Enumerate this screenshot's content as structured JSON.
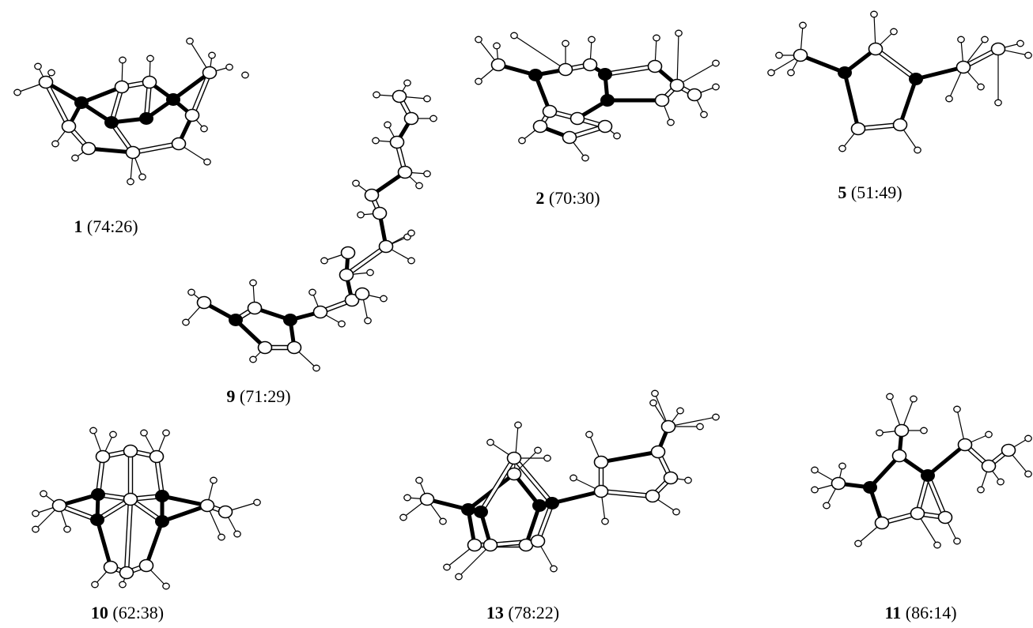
{
  "figure": {
    "molecules": [
      {
        "id": "m1",
        "number": "1",
        "ratio": "(74:26)"
      },
      {
        "id": "m2",
        "number": "2",
        "ratio": "(70:30)"
      },
      {
        "id": "m5",
        "number": "5",
        "ratio": "(51:49)"
      },
      {
        "id": "m9",
        "number": "9",
        "ratio": "(71:29)"
      },
      {
        "id": "m10",
        "number": "10",
        "ratio": "(62:38)"
      },
      {
        "id": "m13",
        "number": "13",
        "ratio": "(78:22)"
      },
      {
        "id": "m11",
        "number": "11",
        "ratio": "(86:14)"
      }
    ]
  },
  "colors": {
    "ink": "#000000",
    "background": "#ffffff"
  }
}
